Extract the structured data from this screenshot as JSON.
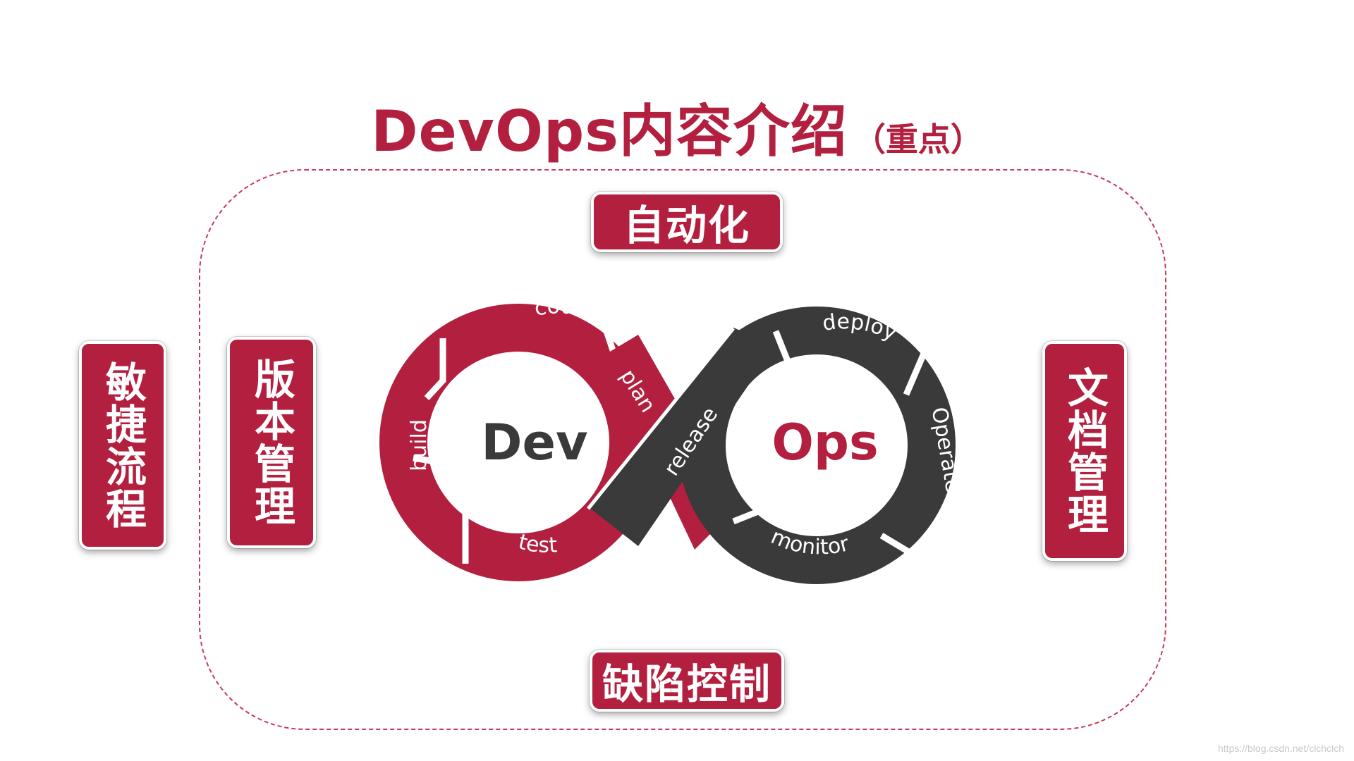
{
  "title": {
    "main": "DevOps内容介绍",
    "note": "（重点）"
  },
  "tags": {
    "top": "自动化",
    "bottom": "缺陷控制",
    "left_outer": "敏捷流程",
    "left_inner": "版本管理",
    "right": "文档管理"
  },
  "loop": {
    "dev_label": "Dev",
    "ops_label": "Ops",
    "stages": {
      "code": "code",
      "plan": "plan",
      "build": "build",
      "test": "test",
      "release": "release",
      "deploy": "deploy",
      "operate": "Operate",
      "monitor": "monitor"
    }
  },
  "colors": {
    "accent_red": "#b3203f",
    "dark_gray": "#3a3a3a",
    "frame_dash": "#c83a57"
  },
  "watermark": "https://blog.csdn.net/clchclch"
}
